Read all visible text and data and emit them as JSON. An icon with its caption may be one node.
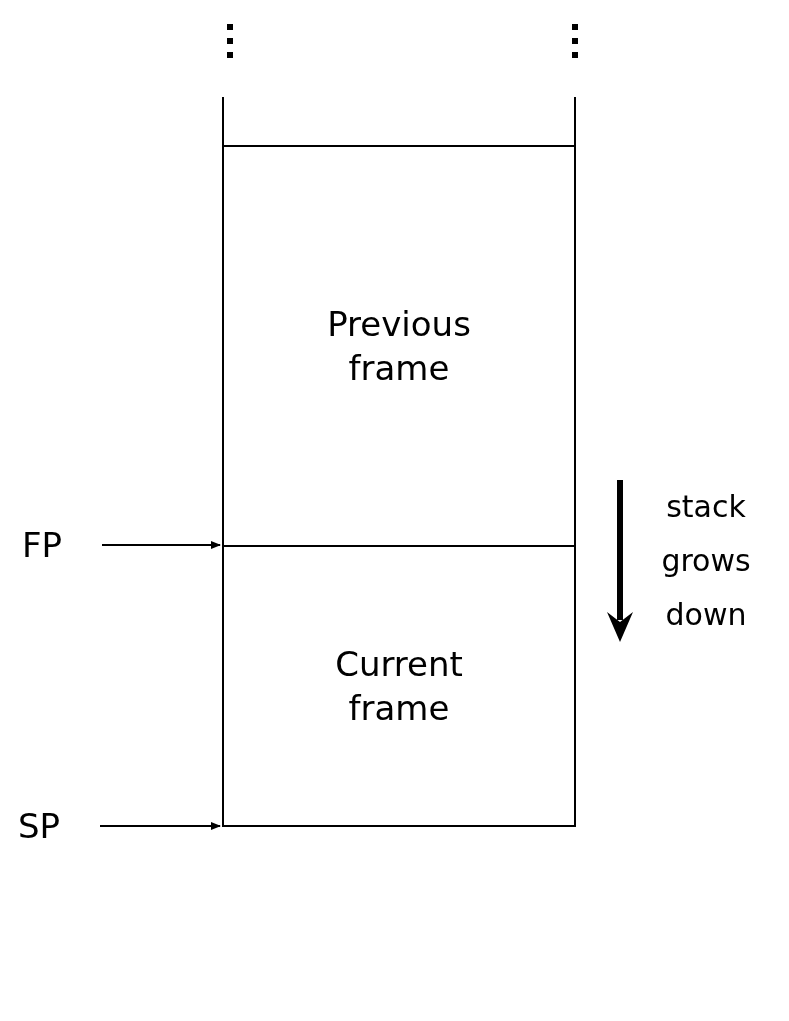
{
  "diagram": {
    "nodes": [
      {
        "text": [
          "Previous frame"
        ]
      },
      {
        "text": [
          "Current frame"
        ]
      },
      {
        "text": [
          "FP"
        ]
      },
      {
        "text": [
          "SP"
        ]
      }
    ],
    "edges": [
      {
        "from": 2,
        "to": 1,
        "arrow": "to"
      },
      {
        "from": 3,
        "to": 1,
        "arrow": "to"
      }
    ],
    "labels": [
      "stack grows down"
    ]
  }
}
